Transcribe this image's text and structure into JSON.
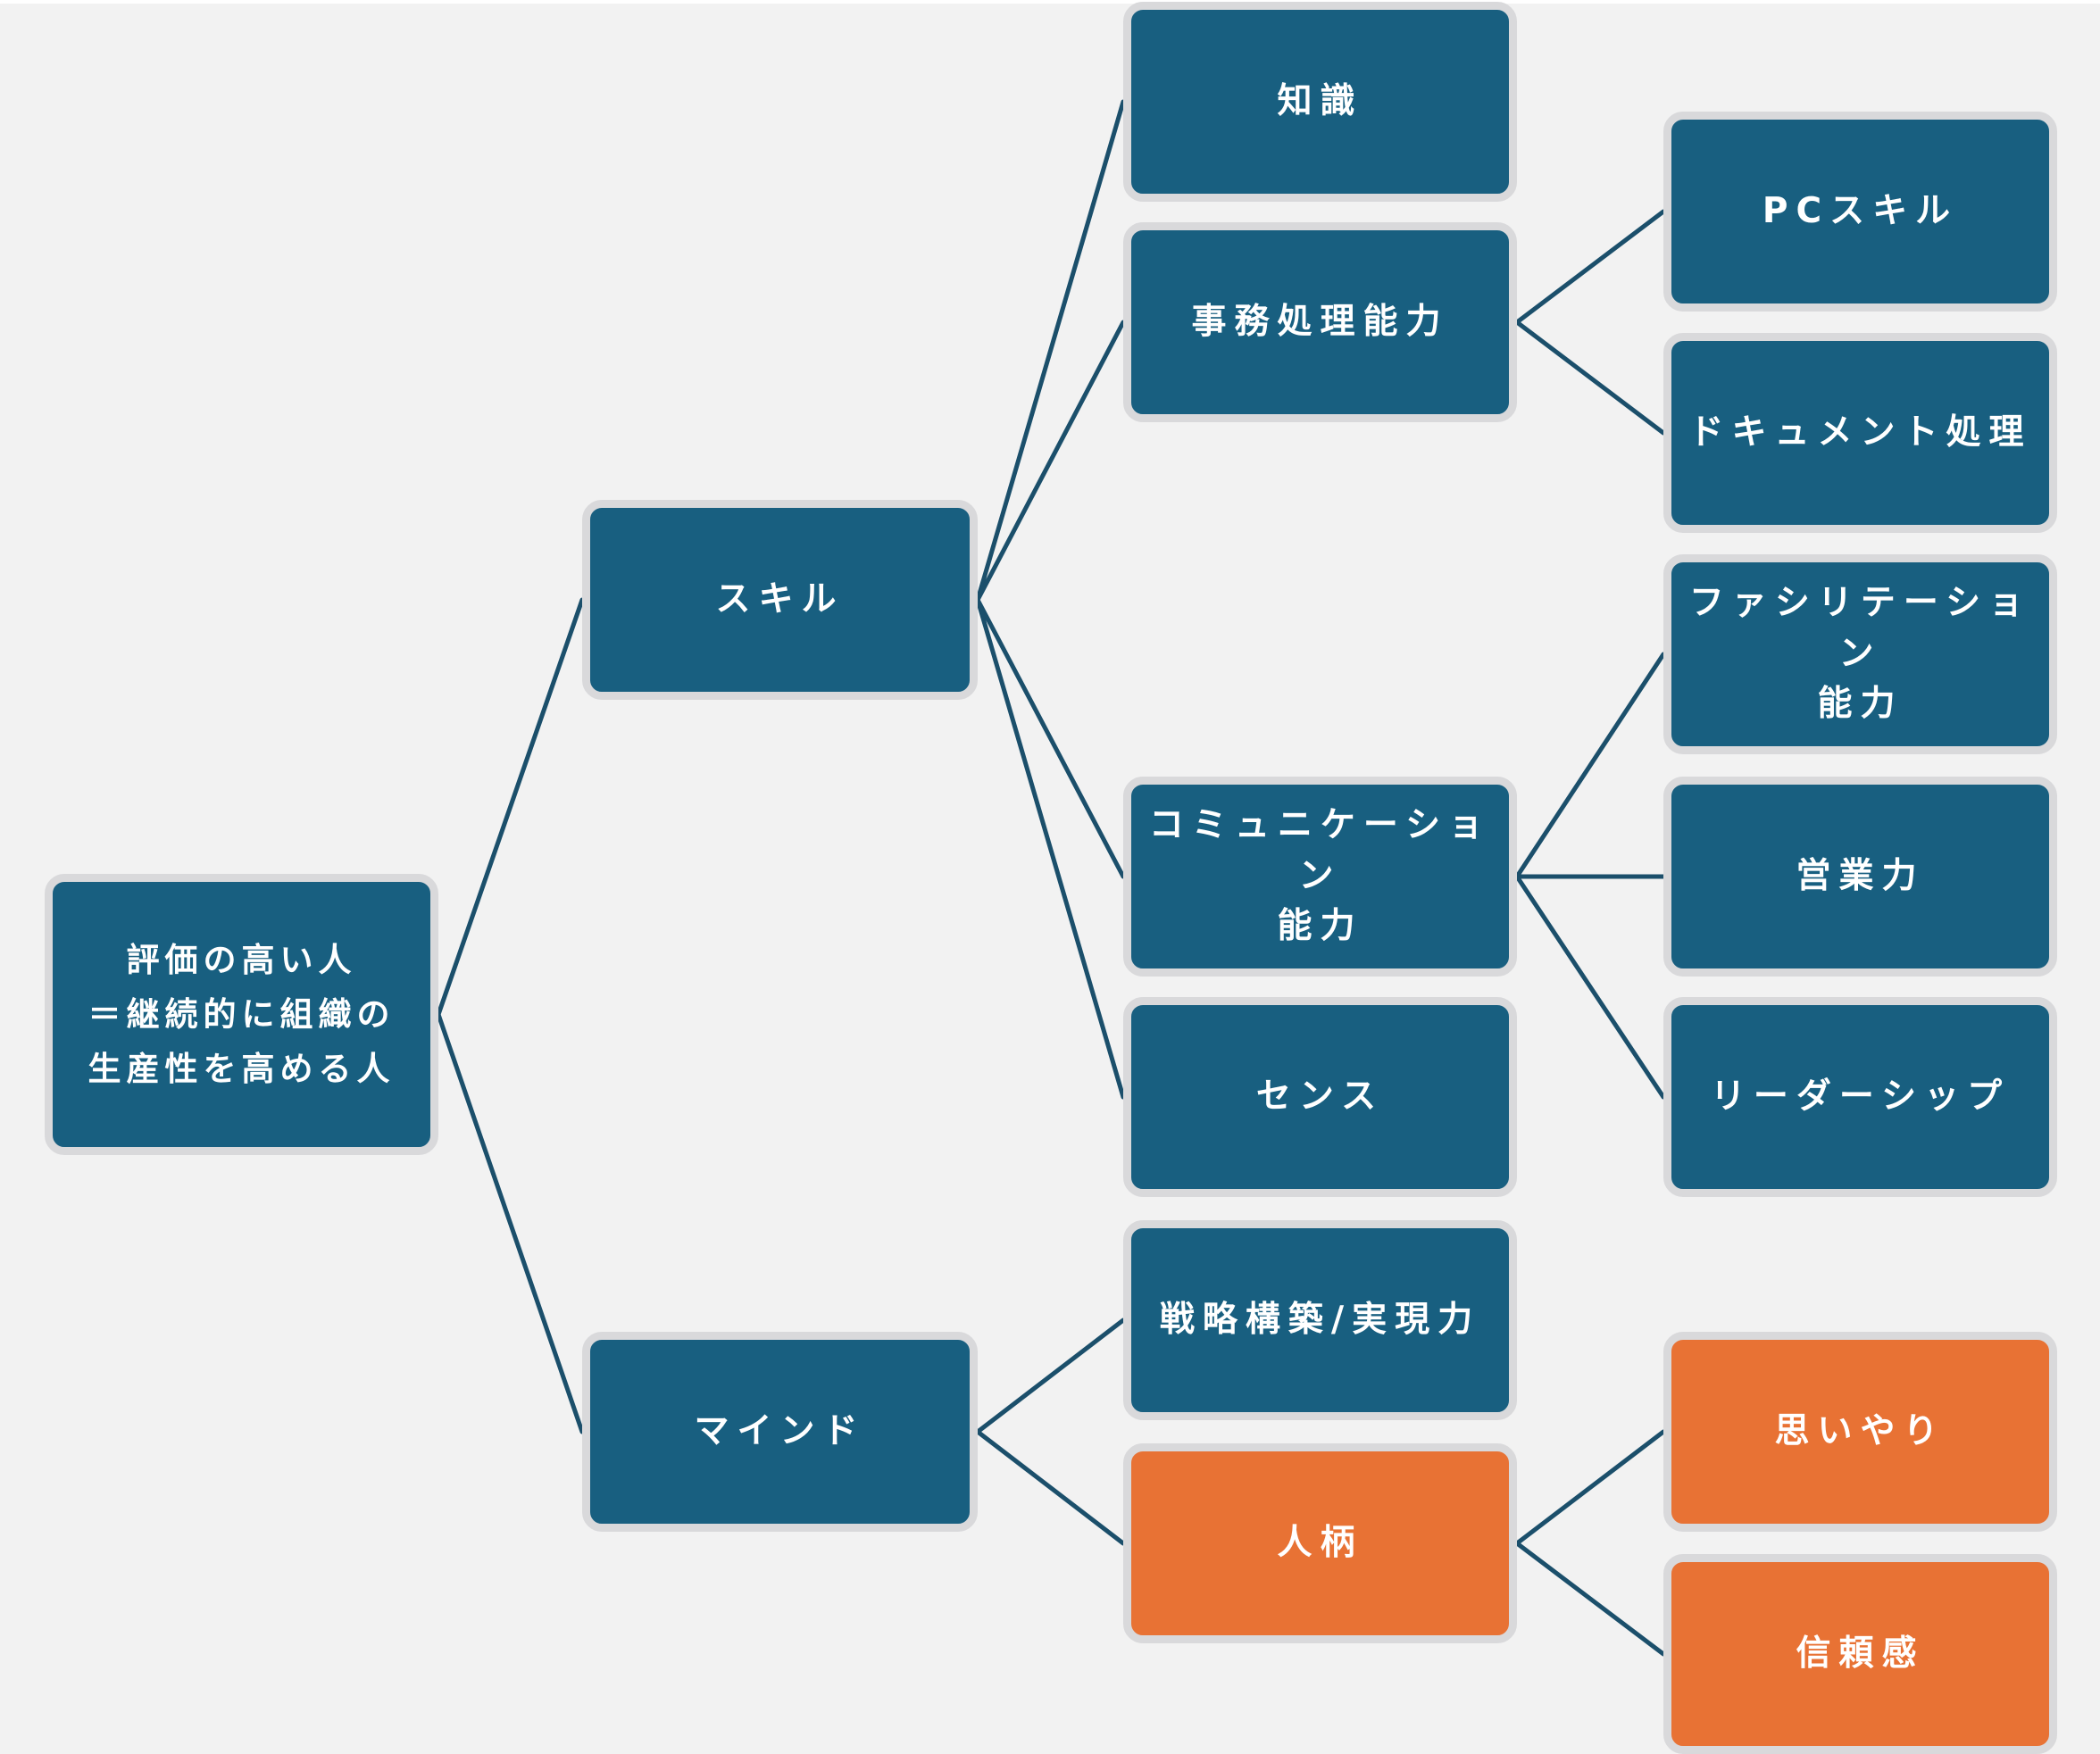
{
  "colors": {
    "background": "#f2f2f2",
    "node_blue": "#185f80",
    "node_orange": "#e87234",
    "node_border": "#d9d9db",
    "connector": "#1b4f6b",
    "text": "#ffffff"
  },
  "nodes": {
    "root": "評価の高い人\n＝継続的に組織の\n生産性を高める人",
    "skill": "スキル",
    "mind": "マインド",
    "knowledge": "知識",
    "office": "事務処理能力",
    "communication": "コミュニケーション\n能力",
    "sense": "センス",
    "strategy": "戦略構築/実現力",
    "personality": "人柄",
    "pc_skill": "PCスキル",
    "document": "ドキュメント処理",
    "facilitation": "ファシリテーション\n能力",
    "sales": "営業力",
    "leadership": "リーダーシップ",
    "kindness": "思いやり",
    "trust": "信頼感"
  },
  "node_colors": {
    "root": "blue",
    "skill": "blue",
    "mind": "blue",
    "knowledge": "blue",
    "office": "blue",
    "communication": "blue",
    "sense": "blue",
    "strategy": "blue",
    "personality": "orange",
    "pc_skill": "blue",
    "document": "blue",
    "facilitation": "blue",
    "sales": "blue",
    "leadership": "blue",
    "kindness": "orange",
    "trust": "orange"
  },
  "edges": [
    [
      "root",
      "skill"
    ],
    [
      "root",
      "mind"
    ],
    [
      "skill",
      "knowledge"
    ],
    [
      "skill",
      "office"
    ],
    [
      "skill",
      "communication"
    ],
    [
      "skill",
      "sense"
    ],
    [
      "mind",
      "strategy"
    ],
    [
      "mind",
      "personality"
    ],
    [
      "office",
      "pc_skill"
    ],
    [
      "office",
      "document"
    ],
    [
      "communication",
      "facilitation"
    ],
    [
      "communication",
      "sales"
    ],
    [
      "communication",
      "leadership"
    ],
    [
      "personality",
      "kindness"
    ],
    [
      "personality",
      "trust"
    ]
  ]
}
